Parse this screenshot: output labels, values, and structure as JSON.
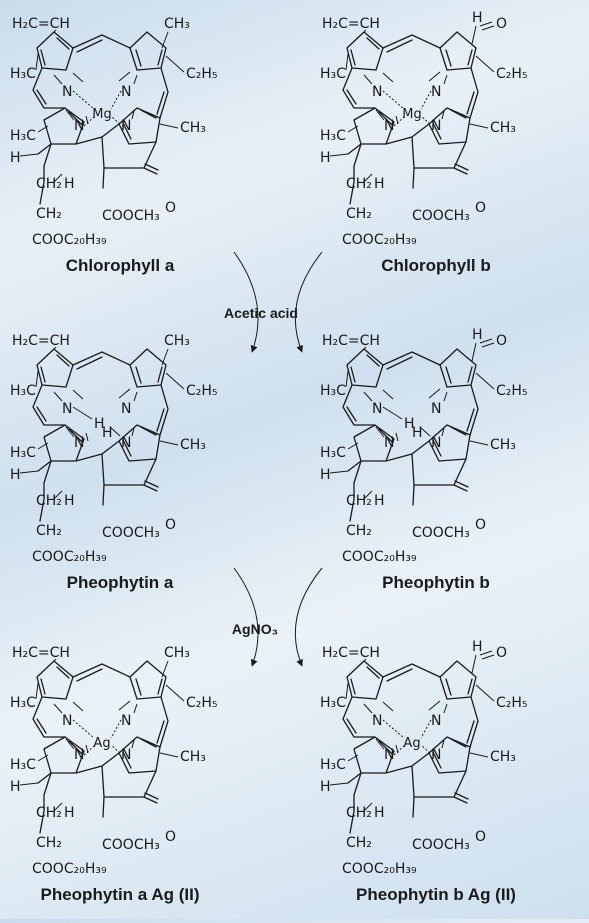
{
  "molecules": [
    {
      "id": "chl-a",
      "name": "Chlorophyll a",
      "metal": "Mg",
      "ring_nh": false,
      "aldehyde": false,
      "top_left": "H₂C=CH",
      "top_right": "CH₃",
      "right_top": "C₂H₅",
      "left_top": "H₃C",
      "left_bottom": "H₃C",
      "h_left": "H",
      "right_bottom": "CH₃",
      "chain1": "CH₂",
      "chain2": "CH₂",
      "ester_chain": "COOC₂₀H₃₉",
      "ester": "COOCH₃",
      "ketone": "O",
      "h_small": "H",
      "n1": "N",
      "n2": "N",
      "n3": "N",
      "n4": "N"
    },
    {
      "id": "chl-b",
      "name": "Chlorophyll b",
      "metal": "Mg",
      "ring_nh": false,
      "aldehyde": true,
      "top_left": "H₂C=CH",
      "aldehyde_h": "H",
      "aldehyde_o": "O",
      "right_top": "C₂H₅",
      "left_top": "H₃C",
      "left_bottom": "H₃C",
      "h_left": "H",
      "right_bottom": "CH₃",
      "chain1": "CH₂",
      "chain2": "CH₂",
      "ester_chain": "COOC₂₀H₃₉",
      "ester": "COOCH₃",
      "ketone": "O",
      "h_small": "H",
      "n1": "N",
      "n2": "N",
      "n3": "N",
      "n4": "N"
    },
    {
      "id": "pheo-a",
      "name": "Pheophytin a",
      "metal": "",
      "ring_nh": true,
      "aldehyde": false,
      "top_left": "H₂C=CH",
      "top_right": "CH₃",
      "right_top": "C₂H₅",
      "left_top": "H₃C",
      "left_bottom": "H₃C",
      "h_left": "H",
      "right_bottom": "CH₃",
      "chain1": "CH₂",
      "chain2": "CH₂",
      "ester_chain": "COOC₂₀H₃₉",
      "ester": "COOCH₃",
      "ketone": "O",
      "h_small": "H",
      "nh_h1": "H",
      "nh_h2": "H",
      "n1": "N",
      "n2": "N",
      "n3": "N",
      "n4": "N"
    },
    {
      "id": "pheo-b",
      "name": "Pheophytin b",
      "metal": "",
      "ring_nh": true,
      "aldehyde": true,
      "top_left": "H₂C=CH",
      "aldehyde_h": "H",
      "aldehyde_o": "O",
      "right_top": "C₂H₅",
      "left_top": "H₃C",
      "left_bottom": "H₃C",
      "h_left": "H",
      "right_bottom": "CH₃",
      "chain1": "CH₂",
      "chain2": "CH₂",
      "ester_chain": "COOC₂₀H₃₉",
      "ester": "COOCH₃",
      "ketone": "O",
      "h_small": "H",
      "nh_h1": "H",
      "nh_h2": "H",
      "n1": "N",
      "n2": "N",
      "n3": "N",
      "n4": "N"
    },
    {
      "id": "pheo-a-ag",
      "name": "Pheophytin a Ag (II)",
      "metal": "Ag",
      "ring_nh": false,
      "aldehyde": false,
      "top_left": "H₂C=CH",
      "top_right": "CH₃",
      "right_top": "C₂H₅",
      "left_top": "H₃C",
      "left_bottom": "H₃C",
      "h_left": "H",
      "right_bottom": "CH₃",
      "chain1": "CH₂",
      "chain2": "CH₂",
      "ester_chain": "COOC₂₀H₃₉",
      "ester": "COOCH₃",
      "ketone": "O",
      "h_small": "H",
      "n1": "N",
      "n2": "N",
      "n3": "N",
      "n4": "N"
    },
    {
      "id": "pheo-b-ag",
      "name": "Pheophytin b Ag (II)",
      "metal": "Ag",
      "ring_nh": false,
      "aldehyde": true,
      "top_left": "H₂C=CH",
      "aldehyde_h": "H",
      "aldehyde_o": "O",
      "right_top": "C₂H₅",
      "left_top": "H₃C",
      "left_bottom": "H₃C",
      "h_left": "H",
      "right_bottom": "CH₃",
      "chain1": "CH₂",
      "chain2": "CH₂",
      "ester_chain": "COOC₂₀H₃₉",
      "ester": "COOCH₃",
      "ketone": "O",
      "h_small": "H",
      "n1": "N",
      "n2": "N",
      "n3": "N",
      "n4": "N"
    }
  ],
  "steps": [
    {
      "id": "step-1",
      "reagent": "Acetic acid"
    },
    {
      "id": "step-2",
      "reagent": "AgNO₃"
    }
  ]
}
